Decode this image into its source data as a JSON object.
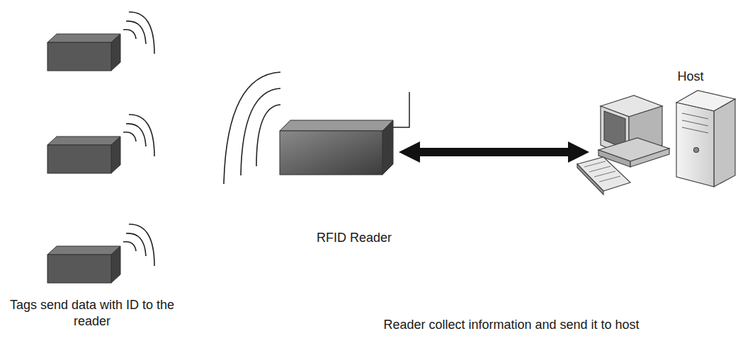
{
  "diagram": {
    "nodes": [
      {
        "text": [
          "RFID Reader"
        ]
      },
      {
        "text": [
          "Host"
        ]
      }
    ],
    "edges": [
      {
        "from": 0,
        "to": 1,
        "arrow": "both"
      }
    ],
    "labels": [
      "Tags send data with ID to the reader",
      "Reader collect information and send it to host"
    ]
  }
}
